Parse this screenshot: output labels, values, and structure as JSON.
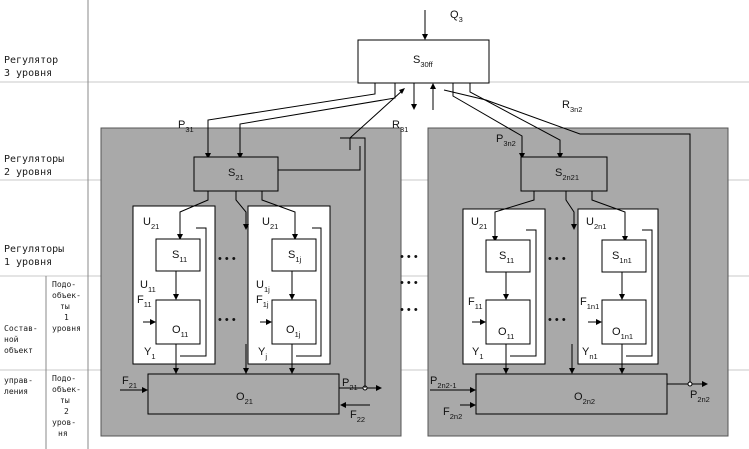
{
  "side_labels": {
    "level3": [
      "Регулятор",
      "3 уровня"
    ],
    "level2": [
      "Регуляторы",
      "2 уровня"
    ],
    "level1": [
      "Регуляторы",
      "1 уровня"
    ],
    "compound": [
      "Состав-",
      "ной",
      "объект"
    ],
    "control": [
      "управ-",
      "ления"
    ],
    "sub1": [
      "Подо-",
      "объек-",
      "ты",
      "1",
      "уровня"
    ],
    "sub2": [
      "Подо-",
      "объек-",
      "ты",
      "2",
      "уров-",
      "ня"
    ]
  },
  "blocks": {
    "s3": {
      "main": "S",
      "sub": "30ff"
    },
    "s21": {
      "main": "S",
      "sub": "21"
    },
    "s2n21": {
      "main": "S",
      "sub": "2n21"
    },
    "s11_left": {
      "main": "S",
      "sub": "11"
    },
    "s1j": {
      "main": "S",
      "sub": "1j"
    },
    "s11_right": {
      "main": "S",
      "sub": "11"
    },
    "s1n1": {
      "main": "S",
      "sub": "1n1"
    },
    "o11_left": {
      "main": "O",
      "sub": "11"
    },
    "o1j": {
      "main": "O",
      "sub": "1j"
    },
    "o11_right": {
      "main": "O",
      "sub": "11"
    },
    "o1n1": {
      "main": "O",
      "sub": "1n1"
    },
    "o21": {
      "main": "O",
      "sub": "21"
    },
    "o2n2": {
      "main": "O",
      "sub": "2n2"
    }
  },
  "signals": {
    "q3": {
      "main": "Q",
      "sub": "3"
    },
    "p31": {
      "main": "P",
      "sub": "31"
    },
    "r31": {
      "main": "R",
      "sub": "31"
    },
    "r3n2": {
      "main": "R",
      "sub": "3n2"
    },
    "p3n2": {
      "main": "P",
      "sub": "3n2"
    },
    "u21_a": {
      "main": "U",
      "sub": "21"
    },
    "u21_b": {
      "main": "U",
      "sub": "21"
    },
    "u21_c": {
      "main": "U",
      "sub": "21"
    },
    "u2n1": {
      "main": "U",
      "sub": "2n1"
    },
    "u11": {
      "main": "U",
      "sub": "11"
    },
    "u1j": {
      "main": "U",
      "sub": "1j"
    },
    "f11_a": {
      "main": "F",
      "sub": "11"
    },
    "f1j": {
      "main": "F",
      "sub": "1j"
    },
    "f11_b": {
      "main": "F",
      "sub": "11"
    },
    "f1n1": {
      "main": "F",
      "sub": "1n1"
    },
    "y1_a": {
      "main": "Y",
      "sub": "1"
    },
    "yj": {
      "main": "Y",
      "sub": "j"
    },
    "y1_b": {
      "main": "Y",
      "sub": "1"
    },
    "yn1": {
      "main": "Y",
      "sub": "n1"
    },
    "f21": {
      "main": "F",
      "sub": "21"
    },
    "p21": {
      "main": "P",
      "sub": "21"
    },
    "f22": {
      "main": "F",
      "sub": "22"
    },
    "p2n21": {
      "main": "P",
      "sub": "2n2-1"
    },
    "f2n2": {
      "main": "F",
      "sub": "2n2"
    },
    "p2n2": {
      "main": "P",
      "sub": "2n2"
    }
  },
  "ellipsis": "• • •"
}
